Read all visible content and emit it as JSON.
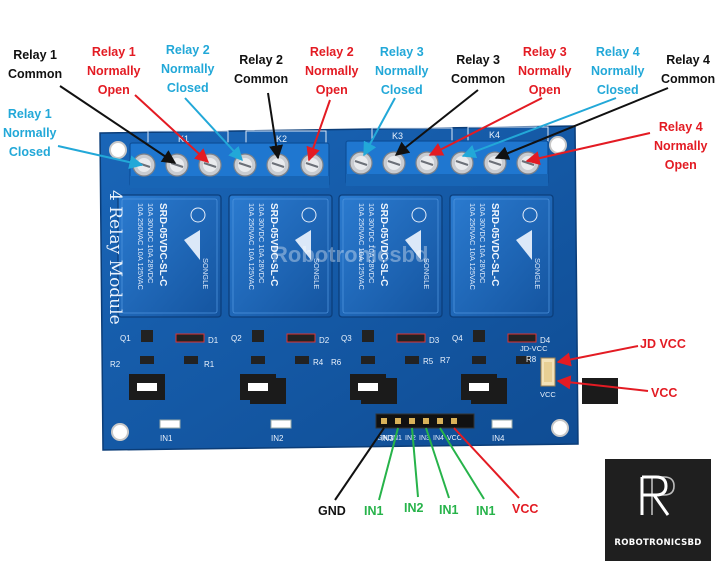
{
  "labels": {
    "relay1_common": [
      "Relay 1",
      "Common"
    ],
    "relay1_no": [
      "Relay 1",
      "Normally",
      "Open"
    ],
    "relay1_nc": [
      "Relay 1",
      "Normally",
      "Closed"
    ],
    "relay2_nc": [
      "Relay 2",
      "Normally",
      "Closed"
    ],
    "relay2_common": [
      "Relay 2",
      "Common"
    ],
    "relay2_no": [
      "Relay 2",
      "Normally",
      "Open"
    ],
    "relay3_nc": [
      "Relay 3",
      "Normally",
      "Closed"
    ],
    "relay3_common": [
      "Relay 3",
      "Common"
    ],
    "relay3_no": [
      "Relay 3",
      "Normally",
      "Open"
    ],
    "relay4_nc": [
      "Relay 4",
      "Normally",
      "Closed"
    ],
    "relay4_common": [
      "Relay 4",
      "Common"
    ],
    "relay4_no": [
      "Relay 4",
      "Normally",
      "Open"
    ],
    "jd_vcc": "JD VCC",
    "vcc_right": "VCC",
    "gnd": "GND",
    "in1_a": "IN1",
    "in2": "IN2",
    "in1_b": "IN1",
    "in1_c": "IN1",
    "vcc_bottom": "VCC"
  },
  "board": {
    "title": "4 Relay Module",
    "watermark": "Robotronicsbd",
    "terminal_labels": [
      "K1",
      "K2",
      "K3",
      "K4"
    ],
    "relay_text": [
      "10A 250VAC",
      "10A 125VAC",
      "10A 30VDC",
      "10A 28VDC",
      "SRD-05VDC-SL-C",
      "SONGLE"
    ],
    "header_labels": [
      "GND",
      "IN1",
      "IN2",
      "IN3",
      "IN4",
      "VCC"
    ],
    "led_labels": [
      "IN1",
      "IN2",
      "IN3",
      "IN4"
    ],
    "component_labels": {
      "d": [
        "D1",
        "D2",
        "D3",
        "D4"
      ],
      "q": [
        "Q1",
        "Q2",
        "Q3",
        "Q4"
      ],
      "r_top": [
        "R2",
        "R1",
        "R4",
        "R6",
        "R5",
        "R7",
        "R8"
      ],
      "jd": "JD-VCC",
      "vcc": "VCC"
    }
  },
  "logo": {
    "text": "ROBOTRONICSBD"
  },
  "colors": {
    "board": "#1459a6",
    "terminal": "#1f77d0",
    "relay": "#1a63b8",
    "black": "#111111",
    "red": "#e31b23",
    "blue": "#22a8d8",
    "green": "#27b34a"
  }
}
